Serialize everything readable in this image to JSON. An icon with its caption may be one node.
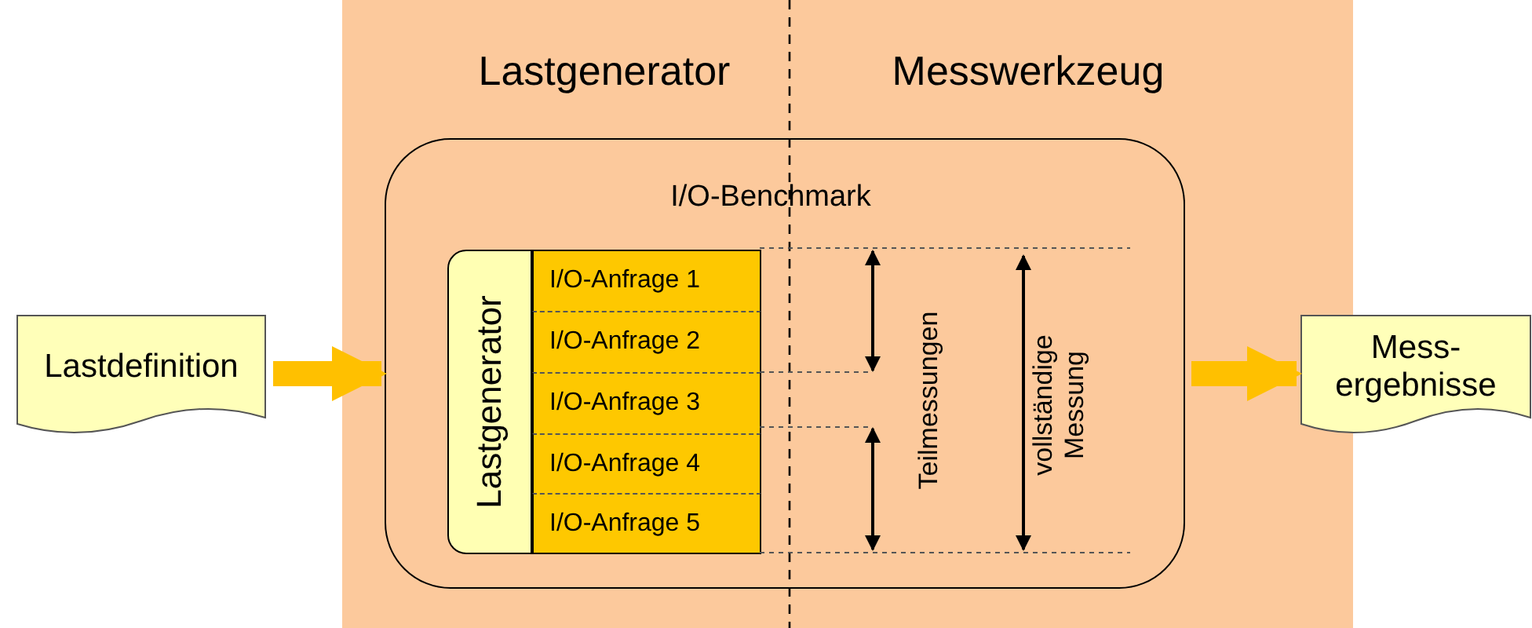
{
  "diagram": {
    "nodes": [
      {
        "text": [
          "Lastdefinition"
        ]
      },
      {
        "text": [
          "Lastgenerator",
          "Messwerkzeug"
        ]
      },
      {
        "text": [
          "I/O-Benchmark"
        ],
        "in": 1
      },
      {
        "text": [
          "Lastgenerator"
        ],
        "in": 2
      },
      {
        "text": [
          "I/O-Anfrage 1"
        ],
        "in": 2
      },
      {
        "text": [
          "I/O-Anfrage 2"
        ],
        "in": 2
      },
      {
        "text": [
          "I/O-Anfrage 3"
        ],
        "in": 2
      },
      {
        "text": [
          "I/O-Anfrage 4"
        ],
        "in": 2
      },
      {
        "text": [
          "I/O-Anfrage 5"
        ],
        "in": 2
      },
      {
        "text": [
          "Mess- ergebnisse"
        ]
      }
    ],
    "edges": [
      {
        "from": 0,
        "to": 2,
        "arrow": "to"
      },
      {
        "from": 2,
        "to": 9,
        "arrow": "to"
      }
    ],
    "labels": [
      "Teilmessungen",
      "vollständige Messung"
    ]
  }
}
